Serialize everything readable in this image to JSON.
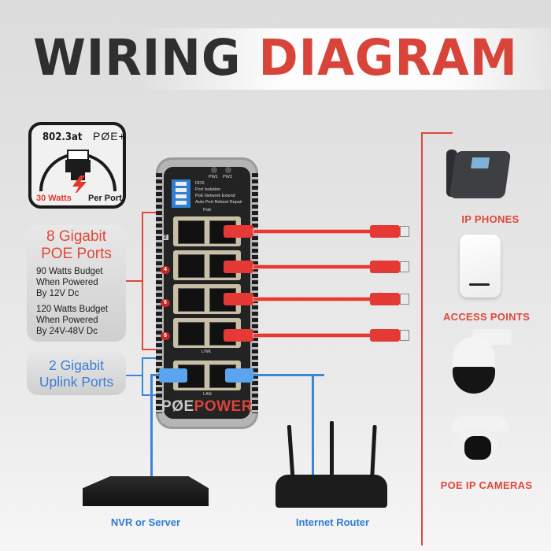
{
  "title": {
    "part1": "WIRING",
    "part2": "DIAGRAM"
  },
  "colors": {
    "accent_red": "#d9443a",
    "accent_blue": "#3a86d8",
    "dark": "#2e2f30"
  },
  "poe_badge": {
    "standard": "802.3at",
    "logo": "PØE+",
    "icon": "ethernet-plug-lightning-icon",
    "watts": "30 Watts",
    "per_port": "Per Port"
  },
  "poe_ports_box": {
    "heading_line1": "8 Gigabit",
    "heading_line2": "POE Ports",
    "budget_12v": [
      "90 Watts Budget",
      "When Powered",
      "By 12V Dc"
    ],
    "budget_24_48v": [
      "120 Watts Budget",
      "When Powered",
      "By 24V-48V Dc"
    ]
  },
  "uplink_box": {
    "heading_line1": "2 Gigabit",
    "heading_line2": "Uplink Ports"
  },
  "switch": {
    "brand_part1": "PØE",
    "brand_part2": "POWER",
    "leds": [
      "PW1",
      "PW2"
    ],
    "dip_labels": [
      "DDS",
      "Port Isolation",
      "PoE Network Extend",
      "Auto Port Reboot Repair"
    ],
    "section_poe": "PoE",
    "section_link": "LINK",
    "section_lan": "LAN",
    "port_numbers": [
      "2",
      "4",
      "6",
      "8"
    ]
  },
  "devices": {
    "ip_phones": "IP PHONES",
    "access_points": "ACCESS POINTS",
    "cameras": "POE IP CAMERAS",
    "nvr": "NVR or Server",
    "router": "Internet Router"
  }
}
